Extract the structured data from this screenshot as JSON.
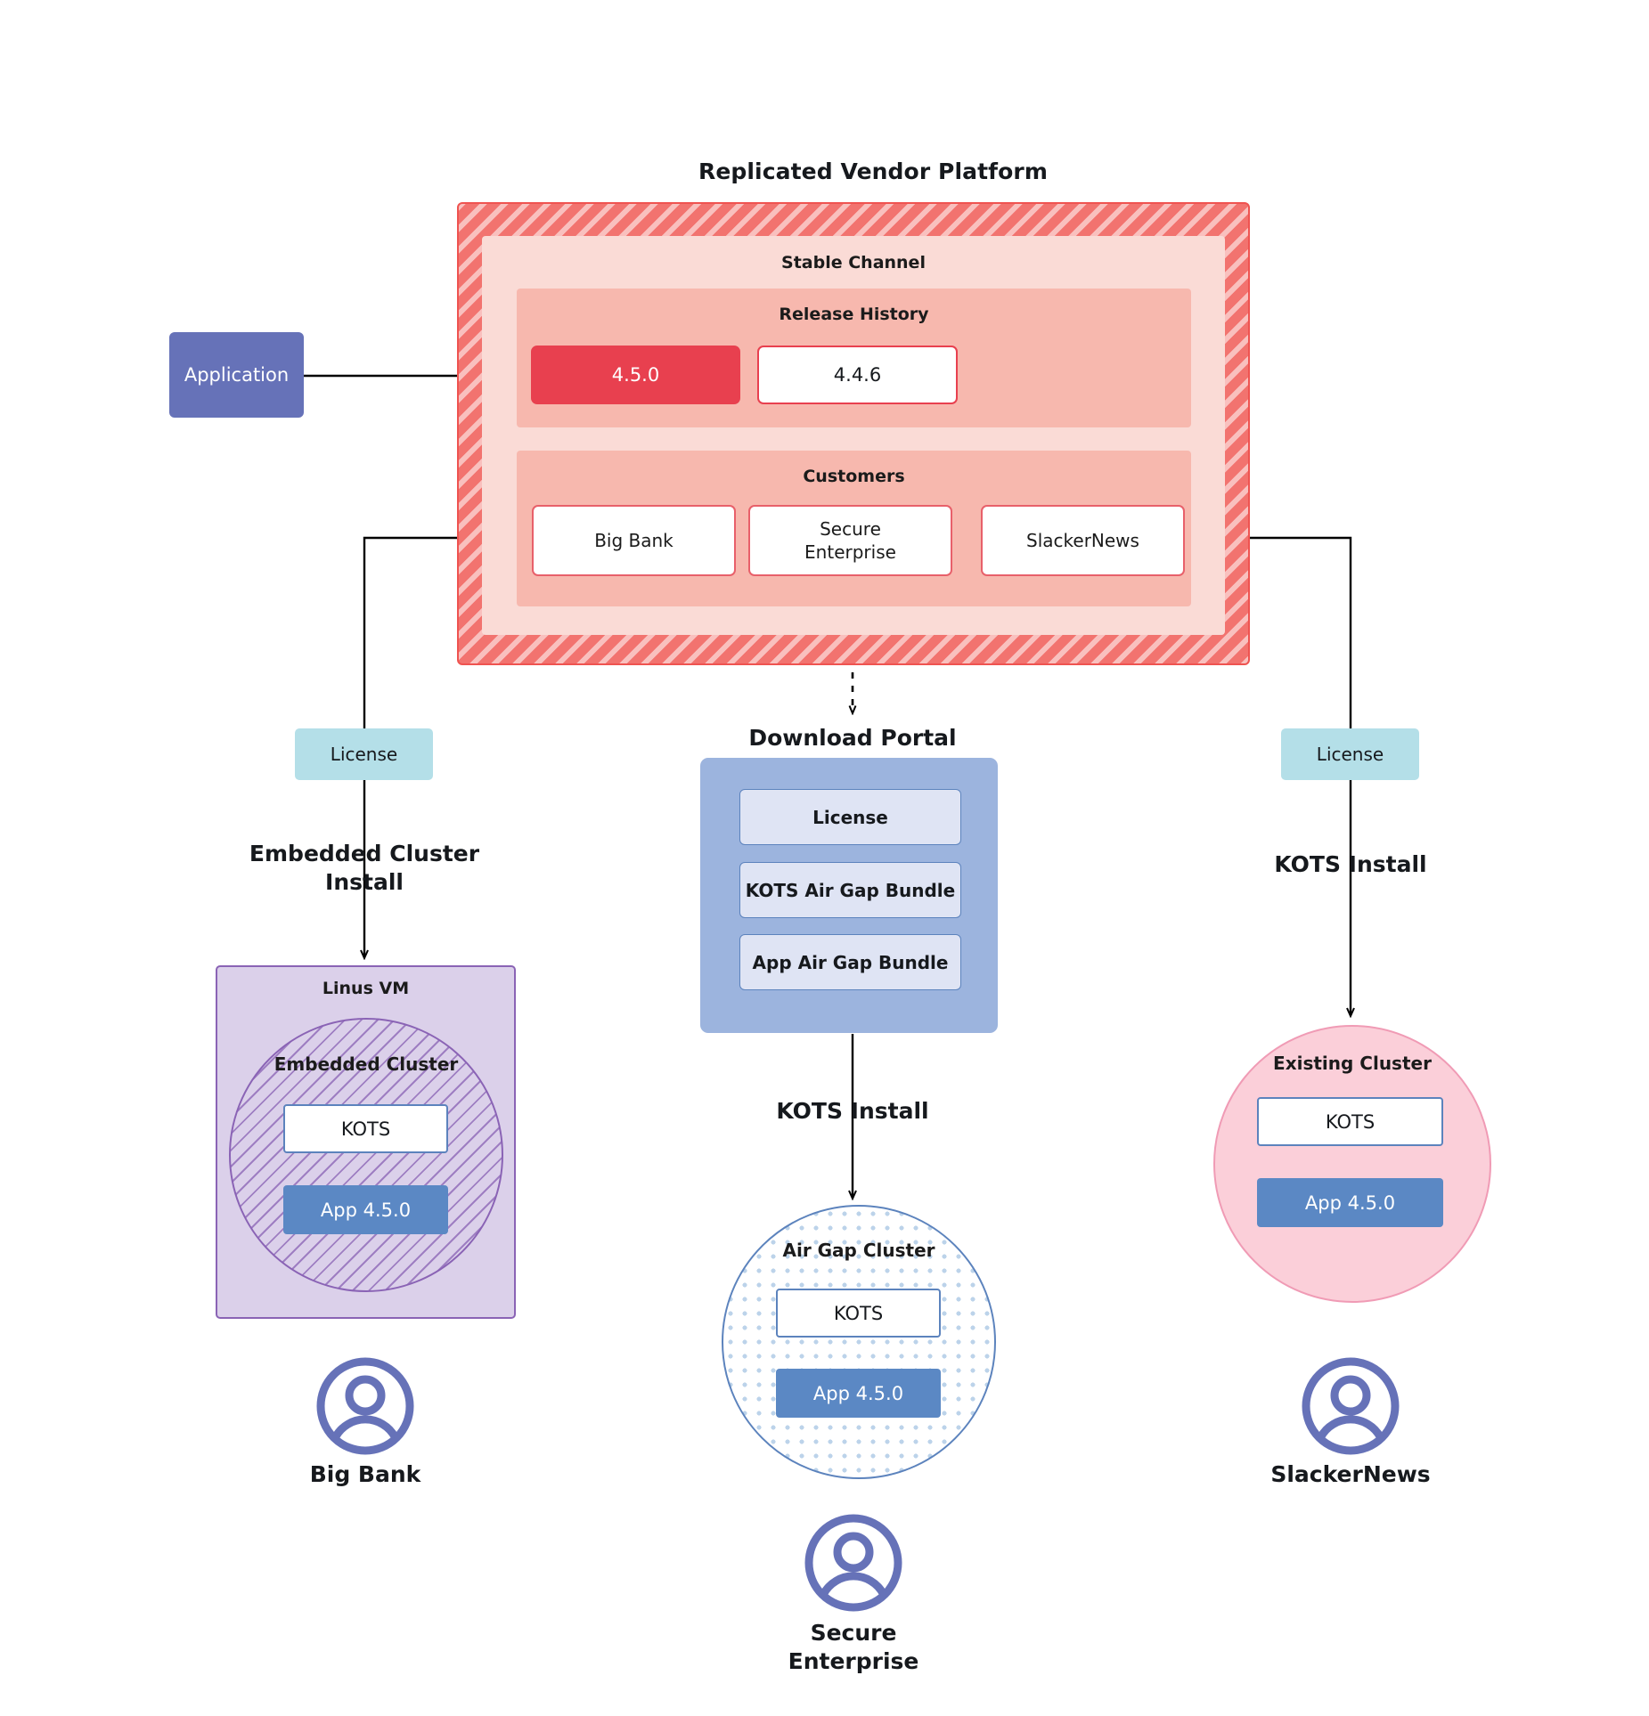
{
  "diagram": {
    "title": "Replicated Vendor Platform",
    "application": {
      "label": "Application"
    },
    "platform": {
      "stable_channel_label": "Stable Channel",
      "release_history_label": "Release History",
      "releases": [
        {
          "version": "4.5.0",
          "state": "current"
        },
        {
          "version": "4.4.6",
          "state": "previous"
        }
      ],
      "customers_label": "Customers",
      "customers": [
        {
          "name": "Big Bank"
        },
        {
          "name": "Secure\nEnterprise"
        },
        {
          "name": "SlackerNews"
        }
      ]
    },
    "left_flow": {
      "license_label": "License",
      "install_label": "Embedded Cluster\nInstall",
      "vm_title": "Linus VM",
      "cluster_title": "Embedded Cluster",
      "kots_label": "KOTS",
      "app_label": "App 4.5.0",
      "persona": "Big Bank"
    },
    "center_flow": {
      "portal_title": "Download  Portal",
      "portal_items": [
        "License",
        "KOTS Air Gap Bundle",
        "App Air Gap Bundle"
      ],
      "install_label": "KOTS Install",
      "cluster_title": "Air Gap Cluster",
      "kots_label": "KOTS",
      "app_label": "App 4.5.0",
      "persona": "Secure\nEnterprise"
    },
    "right_flow": {
      "license_label": "License",
      "install_label": "KOTS Install",
      "cluster_title": "Existing Cluster",
      "kots_label": "KOTS",
      "app_label": "App 4.5.0",
      "persona": "SlackerNews"
    },
    "colors": {
      "platform_hatch": "#f2736f",
      "platform_border": "#ef5350",
      "stable_panel": "#fadbd6",
      "inner_panel": "#f7b8ae",
      "release_current": "#e8404f",
      "customer_border": "#e8606a",
      "application": "#6672b8",
      "license": "#b4dfe8",
      "portal": "#9cb4de",
      "portal_item": "#dfe4f4",
      "vm": "#dbd0ea",
      "vm_border": "#8a63b5",
      "airgap_border": "#5c83bd",
      "existing_cluster": "#fbcfd9",
      "existing_cluster_border": "#f09bb5",
      "kots_border": "#5c83bd",
      "app_version": "#5b88c4",
      "avatar": "#6672b8",
      "connector": "#000000"
    }
  }
}
